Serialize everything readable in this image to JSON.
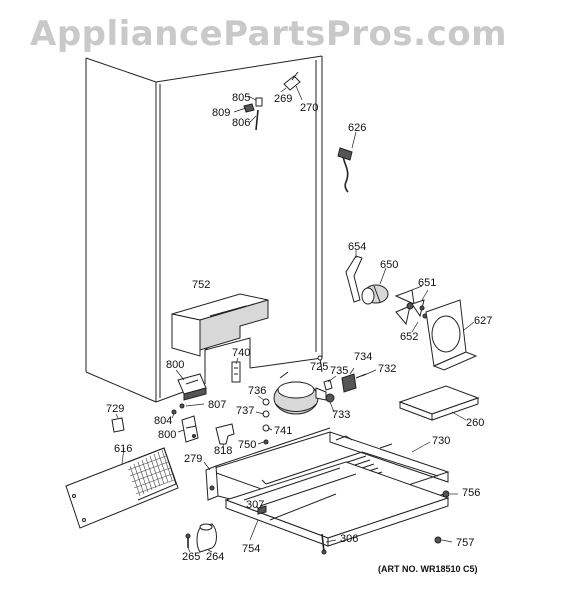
{
  "watermark": "AppliancePartsPros.com",
  "art_number": "(ART NO. WR18510 C5)",
  "part_labels": {
    "p805": "805",
    "p809": "809",
    "p806": "806",
    "p269": "269",
    "p270": "270",
    "p626": "626",
    "p654": "654",
    "p650": "650",
    "p651": "651",
    "p652": "652",
    "p627": "627",
    "p752": "752",
    "p740": "740",
    "p800a": "800",
    "p725": "725",
    "p735": "735",
    "p734": "734",
    "p732": "732",
    "p736": "736",
    "p737": "737",
    "p733": "733",
    "p729": "729",
    "p804": "804",
    "p807": "807",
    "p800b": "800",
    "p741": "741",
    "p818": "818",
    "p750": "750",
    "p260": "260",
    "p730": "730",
    "p616": "616",
    "p279": "279",
    "p756": "756",
    "p307": "307",
    "p306": "306",
    "p265": "265",
    "p264": "264",
    "p754": "754",
    "p757": "757"
  }
}
